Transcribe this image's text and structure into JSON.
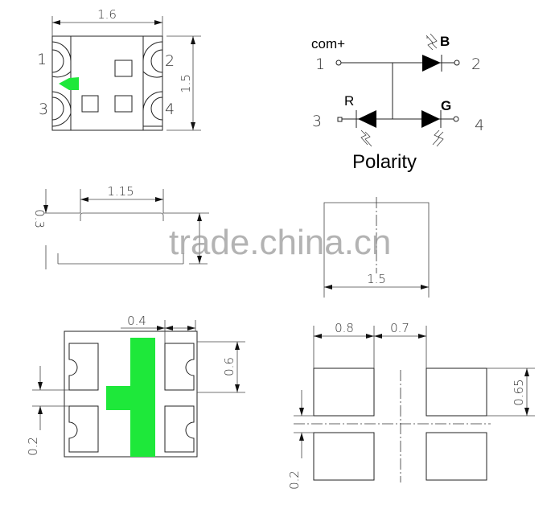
{
  "top_view": {
    "width_dim": "1.6",
    "height_dim": "1.5",
    "pins": [
      "1",
      "2",
      "3",
      "4"
    ]
  },
  "schematic": {
    "com_label": "com+",
    "pins": [
      "1",
      "2",
      "3",
      "4"
    ],
    "diodes": [
      "B",
      "R",
      "G"
    ],
    "title": "Polarity"
  },
  "side_view": {
    "width_dim": "1.15",
    "height_dim": "0.3"
  },
  "end_view": {
    "width_dim": "1.5"
  },
  "bottom_view": {
    "stripe_dim": "0.4",
    "pad_height_dim": "0.6",
    "gap_dim": "0.2",
    "polarity_color": "#1ee83a"
  },
  "footprint": {
    "pad_width_dim": "0.8",
    "gap_width_dim": "0.7",
    "pad_height_dim": "0.65",
    "gap_height_dim": "0.2"
  },
  "watermark": "trade.china.cn"
}
